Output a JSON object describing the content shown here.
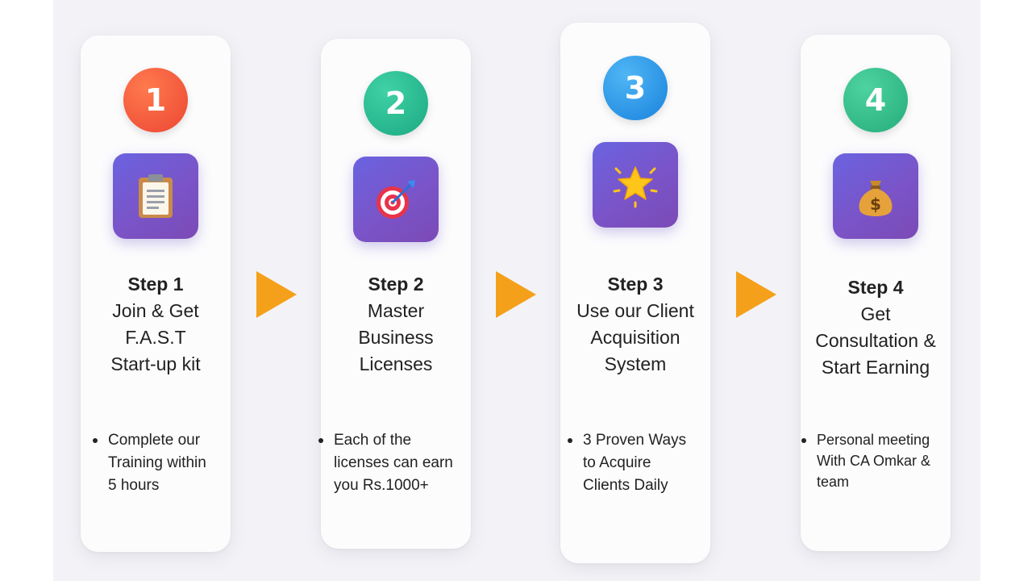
{
  "steps": [
    {
      "number": "1",
      "label": "Step 1",
      "desc_lines": [
        "Join & Get",
        "F.A.S.T",
        "Start-up kit"
      ],
      "bullet_lines": [
        "Complete our",
        "Training within",
        "5 hours"
      ],
      "icon": "clipboard-icon",
      "circle_color": "#f0533a"
    },
    {
      "number": "2",
      "label": "Step 2",
      "desc_lines": [
        "Master",
        "Business",
        "Licenses"
      ],
      "bullet_lines": [
        "Each of the",
        "licenses can earn",
        "you Rs.1000+"
      ],
      "icon": "target-icon",
      "circle_color": "#23b78f"
    },
    {
      "number": "3",
      "label": "Step 3",
      "desc_lines": [
        "Use our Client",
        "Acquisition",
        "System"
      ],
      "bullet_lines": [
        "3 Proven Ways",
        "to Acquire",
        "Clients Daily"
      ],
      "icon": "star-icon",
      "circle_color": "#1e8fe0"
    },
    {
      "number": "4",
      "label": "Step 4",
      "desc_lines": [
        "Get",
        "Consultation &",
        "Start Earning"
      ],
      "bullet_lines": [
        "Personal meeting",
        "With CA Omkar &",
        "team"
      ],
      "icon": "money-bag-icon",
      "circle_color": "#2fba84"
    }
  ],
  "arrow_color": "#f5a01a"
}
